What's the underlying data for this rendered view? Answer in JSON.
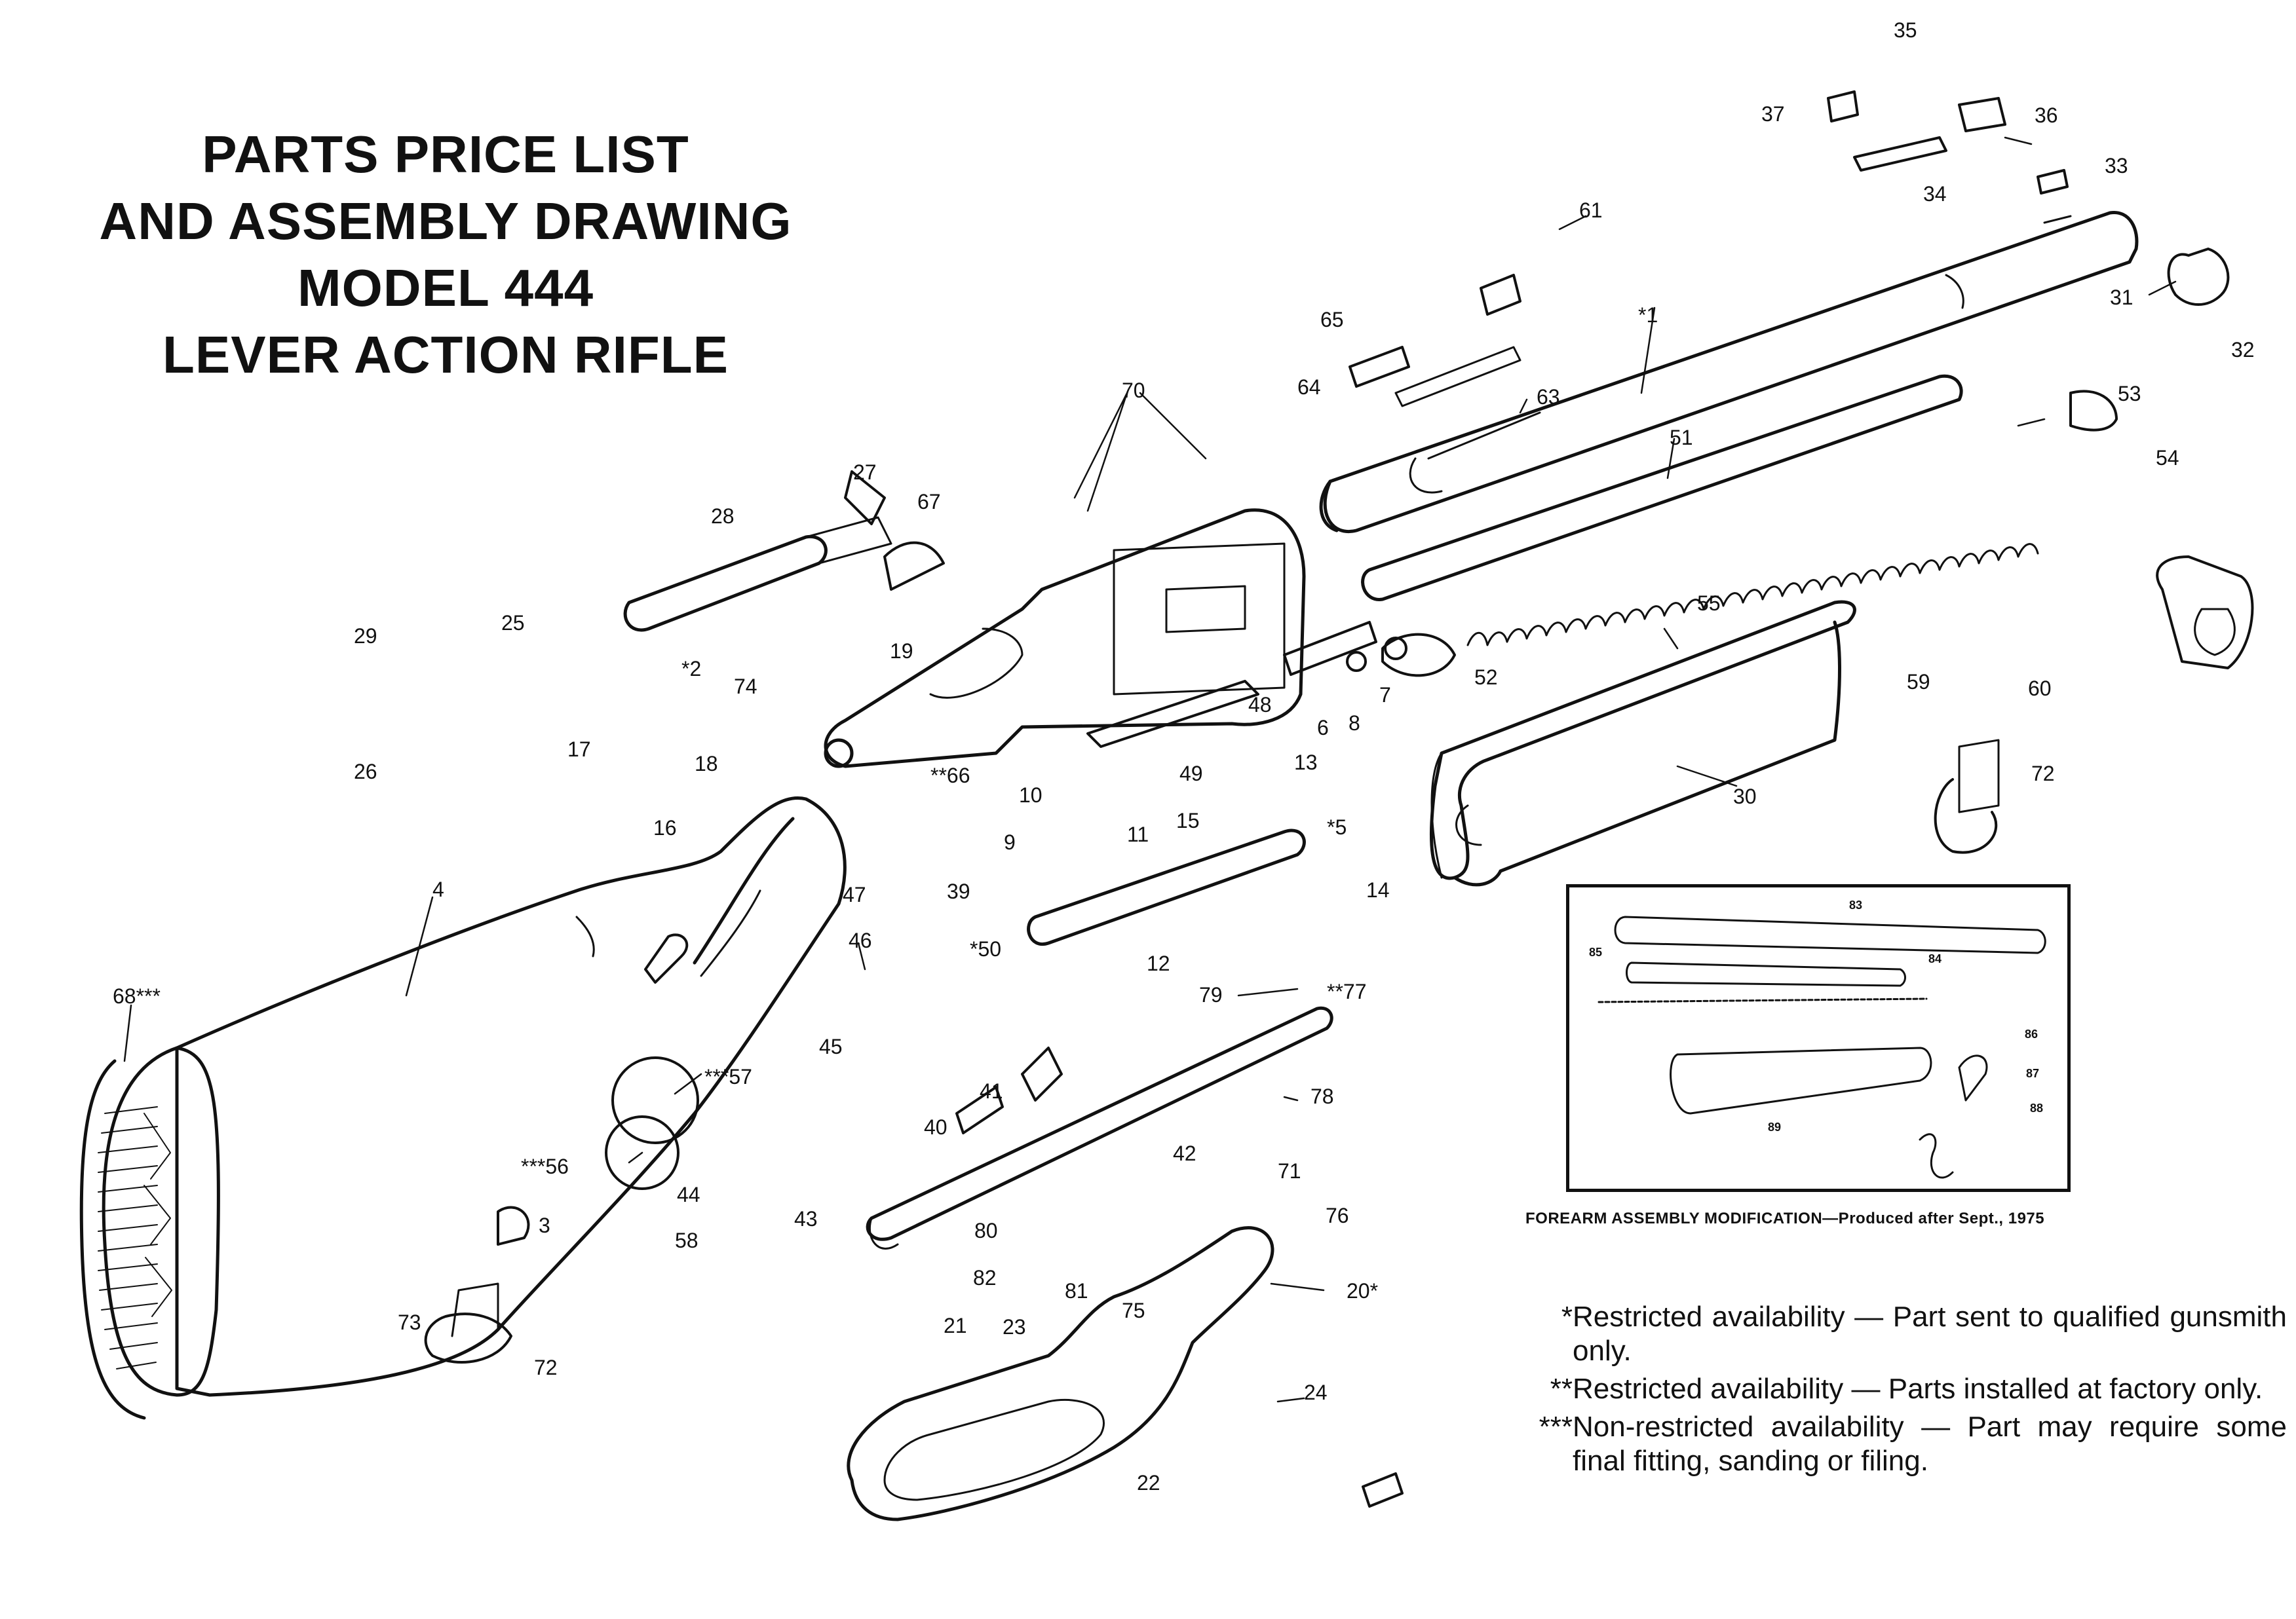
{
  "title": {
    "line1": "PARTS PRICE LIST",
    "line2": "AND ASSEMBLY DRAWING",
    "line3": "MODEL 444",
    "line4": "LEVER ACTION RIFLE"
  },
  "part_numbers": {
    "p1": "*1",
    "p2": "*2",
    "p3": "3",
    "p4": "4",
    "p5": "*5",
    "p6": "6",
    "p7": "7",
    "p8": "8",
    "p9": "9",
    "p10": "10",
    "p11": "11",
    "p12": "12",
    "p13": "13",
    "p14": "14",
    "p15": "15",
    "p16": "16",
    "p17": "17",
    "p18": "18",
    "p19": "19",
    "p20": "20*",
    "p21": "21",
    "p22": "22",
    "p23": "23",
    "p24": "24",
    "p25": "25",
    "p26": "26",
    "p27": "27",
    "p28": "28",
    "p29": "29",
    "p30": "30",
    "p31": "31",
    "p32": "32",
    "p33": "33",
    "p34": "34",
    "p35": "35",
    "p36": "36",
    "p37": "37",
    "p39": "39",
    "p40": "40",
    "p41": "41",
    "p42": "42",
    "p43": "43",
    "p44": "44",
    "p45": "45",
    "p46": "46",
    "p47": "47",
    "p48": "48",
    "p49": "49",
    "p50": "*50",
    "p51": "51",
    "p52": "52",
    "p53": "53",
    "p54": "54",
    "p55": "55",
    "p56": "***56",
    "p57": "***57",
    "p58": "58",
    "p59": "59",
    "p60": "60",
    "p61": "61",
    "p63": "63",
    "p64": "64",
    "p65": "65",
    "p66": "**66",
    "p67": "67",
    "p68": "68***",
    "p70": "70",
    "p71": "71",
    "p72a": "72",
    "p72b": "72",
    "p73": "73",
    "p74": "74",
    "p75": "75",
    "p76": "76",
    "p77": "**77",
    "p78": "78",
    "p79": "79",
    "p80": "80",
    "p81": "81",
    "p82": "82"
  },
  "inset": {
    "caption": "FOREARM ASSEMBLY MODIFICATION—Produced after Sept., 1975",
    "labels": {
      "p83": "83",
      "p84": "84",
      "p85": "85",
      "p86": "86",
      "p87": "87",
      "p88": "88",
      "p89": "89"
    }
  },
  "notes": [
    {
      "mark": "*",
      "text": "Restricted availability — Part sent to qualified gunsmith only."
    },
    {
      "mark": "**",
      "text": "Restricted availability — Parts installed at factory only."
    },
    {
      "mark": "***",
      "text": "Non-restricted availability — Part may require some final fitting, sanding or filing."
    }
  ]
}
